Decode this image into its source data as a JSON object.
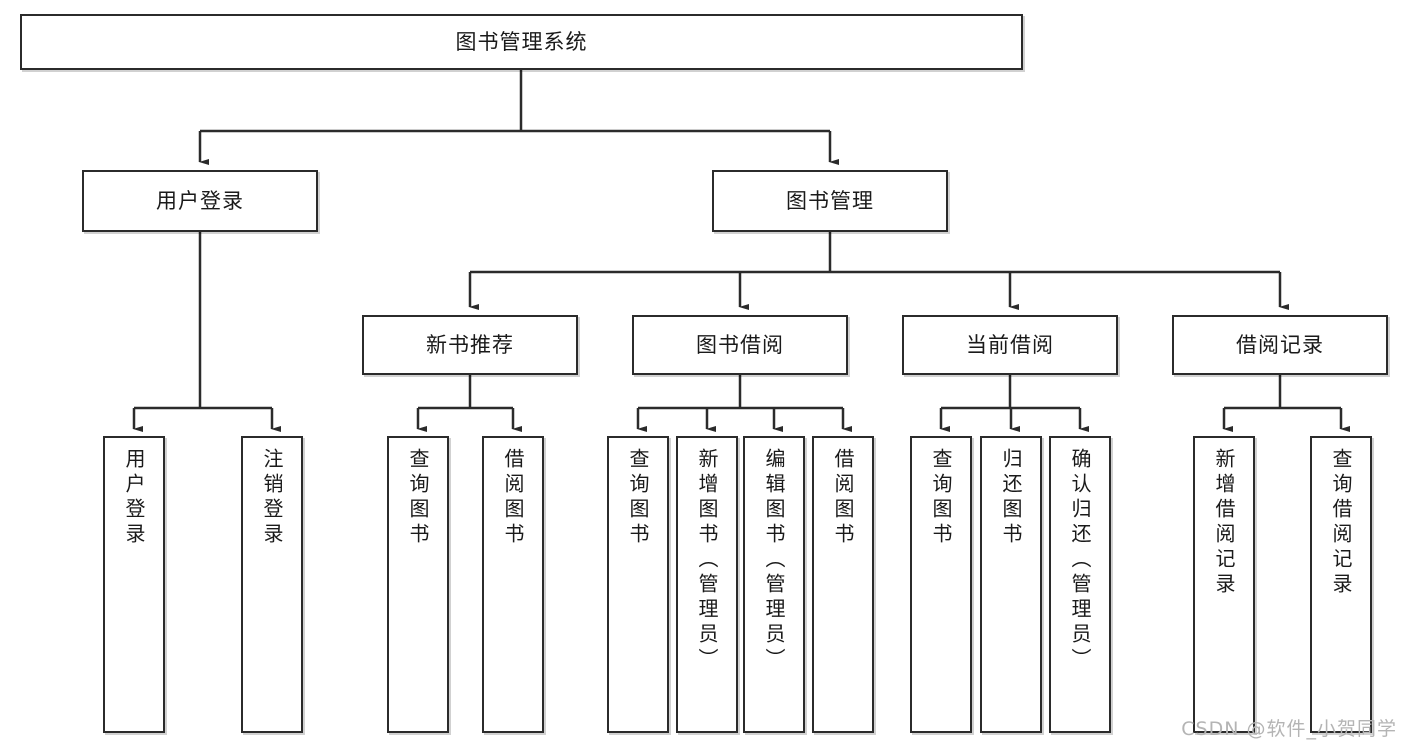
{
  "diagram": {
    "type": "tree",
    "title": "图书管理系统",
    "orientation": "top-down",
    "colors": {
      "node_border": "#2b2b2b",
      "node_fill": "#ffffff",
      "connector": "#2b2b2b",
      "text": "#1a1a1a",
      "watermark": "#b4b4b4"
    },
    "root": {
      "label": "图书管理系统"
    },
    "level2": [
      {
        "label": "用户登录"
      },
      {
        "label": "图书管理"
      }
    ],
    "level3": [
      {
        "label": "新书推荐"
      },
      {
        "label": "图书借阅"
      },
      {
        "label": "当前借阅"
      },
      {
        "label": "借阅记录"
      }
    ],
    "leaves": {
      "user_login": [
        {
          "label": "用户登录"
        },
        {
          "label": "注销登录"
        }
      ],
      "new_book_recommend": [
        {
          "label": "查询图书"
        },
        {
          "label": "借阅图书"
        }
      ],
      "book_borrow": [
        {
          "label": "查询图书"
        },
        {
          "label": "新增图书（管理员）"
        },
        {
          "label": "编辑图书（管理员）"
        },
        {
          "label": "借阅图书"
        }
      ],
      "current_borrow": [
        {
          "label": "查询图书"
        },
        {
          "label": "归还图书"
        },
        {
          "label": "确认归还（管理员）"
        }
      ],
      "borrow_record": [
        {
          "label": "新增借阅记录"
        },
        {
          "label": "查询借阅记录"
        }
      ]
    }
  },
  "watermark": {
    "text": "CSDN @软件_小贺同学"
  }
}
